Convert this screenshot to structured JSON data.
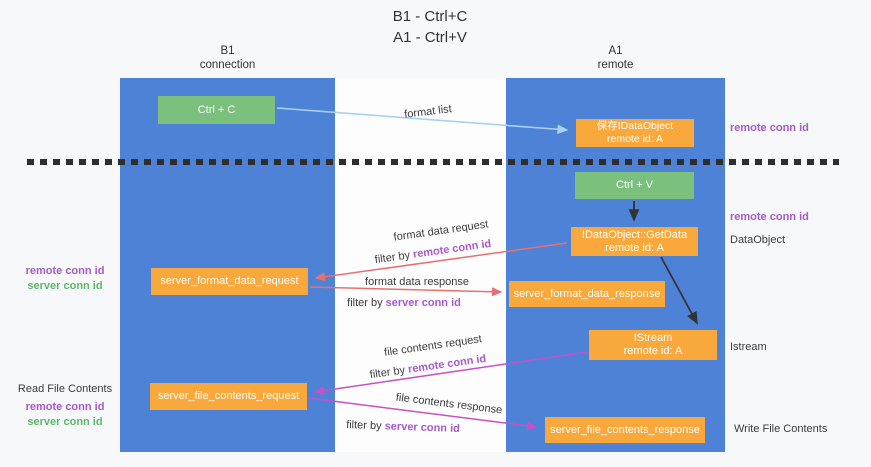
{
  "title": {
    "line1": "B1 - Ctrl+C",
    "line2": "A1 - Ctrl+V"
  },
  "lanes": {
    "left": {
      "name": "B1",
      "subtitle": "connection"
    },
    "right": {
      "name": "A1",
      "subtitle": "remote"
    }
  },
  "boxes": {
    "ctrl_c": {
      "label": "Ctrl + C"
    },
    "save_idataobject": {
      "line1": "保存IDataObject",
      "line2": "remote id: A"
    },
    "ctrl_v": {
      "label": "Ctrl + V"
    },
    "getdata": {
      "line1": "IDataObject::GetData",
      "line2": "remote id: A"
    },
    "format_request": {
      "label": "server_format_data_request"
    },
    "format_response": {
      "label": "server_format_data_response"
    },
    "istream": {
      "line1": "IStream",
      "line2": "remote id: A"
    },
    "file_request": {
      "label": "server_file_contents_request"
    },
    "file_response": {
      "label": "server_file_contents_response"
    }
  },
  "flow_labels": {
    "format_list": "format list",
    "format_data_request": "format data request",
    "format_data_response": "format data response",
    "file_contents_request": "file contents request",
    "file_contents_response": "file contents response",
    "filter_by": "filter by",
    "remote_conn_id": "remote conn id",
    "server_conn_id": "server conn id"
  },
  "side_labels": {
    "right_remote_conn_top": "remote conn id",
    "right_remote_conn_mid": "remote conn id",
    "dataobject": "DataObject",
    "istream": "Istream",
    "write_file_contents": "Write File Contents",
    "left_remote_conn_1": "remote conn id",
    "left_server_conn_1": "server conn id",
    "read_file_contents": "Read File Contents",
    "left_remote_conn_2": "remote conn id",
    "left_server_conn_2": "server conn id"
  },
  "colors": {
    "lane_blue": "#4d82d7",
    "box_orange": "#f9a83c",
    "box_green": "#7bc17d",
    "purple_text": "#a55bc8",
    "green_text": "#5db86a",
    "arrow_red": "#e8716f",
    "arrow_magenta": "#c750c9",
    "arrow_lightblue": "#a8d2f0",
    "arrow_black": "#333333",
    "dash_line": "#2e2e2e"
  }
}
